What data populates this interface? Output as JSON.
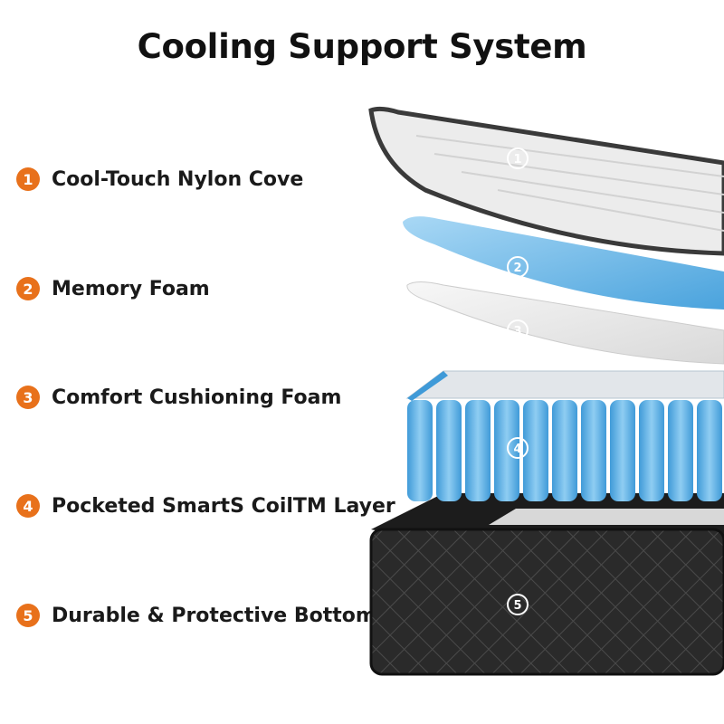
{
  "title": "Cooling Support System",
  "accent_color": "#e8711b",
  "layers": [
    {
      "number": "1",
      "label": "Cool-Touch Nylon Cove"
    },
    {
      "number": "2",
      "label": "Memory Foam"
    },
    {
      "number": "3",
      "label": "Comfort Cushioning Foam"
    },
    {
      "number": "4",
      "label": "Pocketed SmartS CoilTM Layer"
    },
    {
      "number": "5",
      "label": "Durable & Protective Bottom"
    }
  ],
  "illustration_markers": [
    "1",
    "2",
    "3",
    "4",
    "5"
  ]
}
